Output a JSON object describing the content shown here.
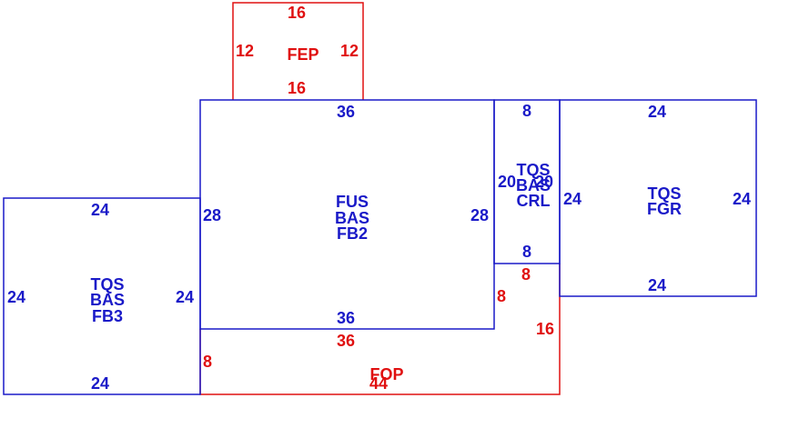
{
  "colors": {
    "primary": "#1a1ac8",
    "secondary": "#e01010"
  },
  "fep": {
    "name": "FEP",
    "top": "16",
    "bottom": "16",
    "left": "12",
    "right": "12"
  },
  "fus": {
    "line1": "FUS",
    "line2": "BAS",
    "line3": "FB2",
    "top": "36",
    "bottom": "36",
    "left": "28",
    "right": "28"
  },
  "crl": {
    "line1": "TQS",
    "line2": "BAS",
    "line3": "CRL",
    "top": "8",
    "bottom": "8",
    "left": "20",
    "right": "20"
  },
  "fgr": {
    "line1": "TQS",
    "line2": "FGR",
    "top": "24",
    "bottom": "24",
    "left": "24",
    "right": "24"
  },
  "fb3": {
    "line1": "TQS",
    "line2": "BAS",
    "line3": "FB3",
    "top": "24",
    "bottom": "24",
    "left": "24",
    "right": "24"
  },
  "fop": {
    "name": "FOP",
    "top": "36",
    "bottom": "44",
    "left": "8",
    "right": "16",
    "top_right": "8",
    "inner": "8"
  }
}
